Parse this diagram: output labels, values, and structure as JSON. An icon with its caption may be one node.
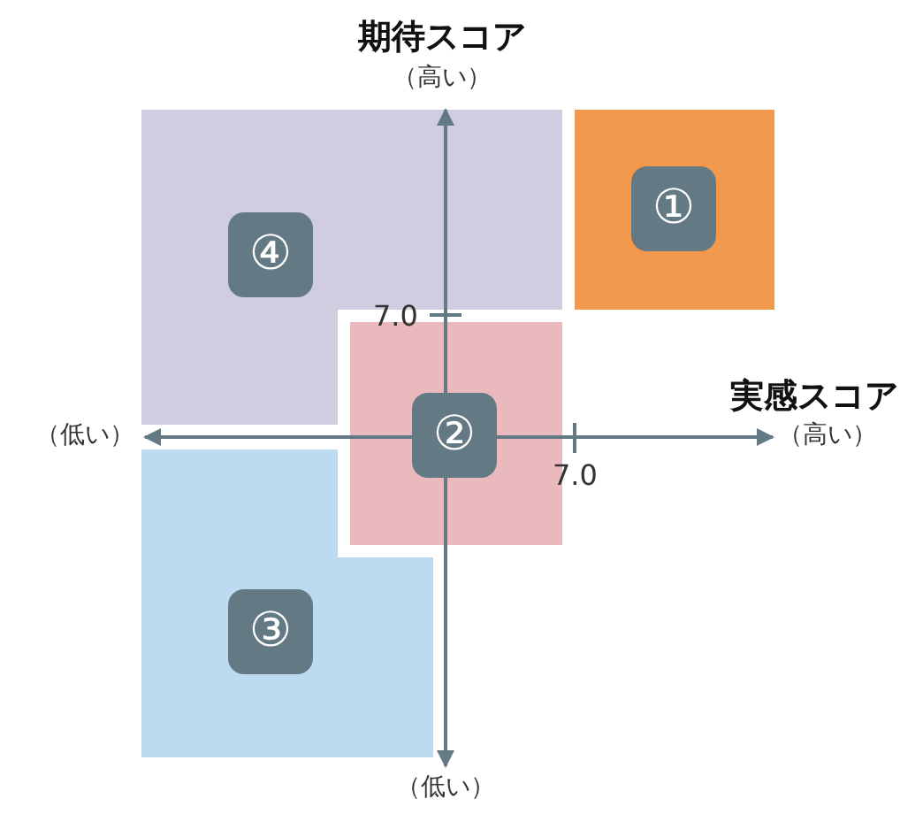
{
  "diagram": {
    "nodes": [
      {
        "text": [
          "①"
        ]
      },
      {
        "text": [
          "④"
        ]
      },
      {
        "text": [
          "②"
        ]
      },
      {
        "text": [
          "③"
        ]
      }
    ],
    "labels": [
      "期待スコア",
      "（高い）",
      "7.0",
      "実感スコア",
      "（低い）",
      "（高い）",
      "7.0",
      "（低い）"
    ]
  }
}
